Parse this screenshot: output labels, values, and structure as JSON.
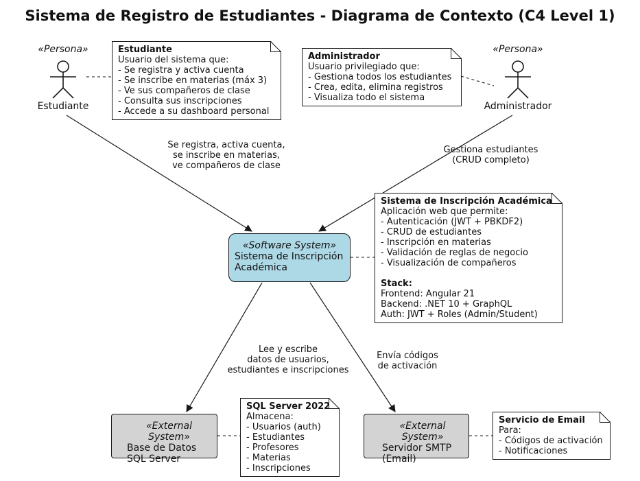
{
  "title": "Sistema de Registro de Estudiantes - Diagrama de Contexto (C4 Level 1)",
  "actors": {
    "student": {
      "stereotype": "«Persona»",
      "label": "Estudiante"
    },
    "admin": {
      "stereotype": "«Persona»",
      "label": "Administrador"
    }
  },
  "nodes": {
    "system": {
      "stereotype": "«Software System»",
      "name_lines": [
        "Sistema de Inscripción",
        "Académica"
      ]
    },
    "database": {
      "stereotype": "«External System»",
      "name_lines": [
        "Base de Datos",
        "SQL Server"
      ]
    },
    "smtp": {
      "stereotype": "«External System»",
      "name_lines": [
        "Servidor SMTP",
        "(Email)"
      ]
    }
  },
  "notes": {
    "student": {
      "title": "Estudiante",
      "lines": [
        "Usuario del sistema que:",
        "- Se registra y activa cuenta",
        "- Se inscribe en materias (máx 3)",
        "- Ve sus compañeros de clase",
        "- Consulta sus inscripciones",
        "- Accede a su dashboard personal"
      ]
    },
    "admin": {
      "title": "Administrador",
      "lines": [
        "Usuario privilegiado que:",
        "- Gestiona todos los estudiantes",
        "- Crea, edita, elimina registros",
        "- Visualiza todo el sistema"
      ]
    },
    "system": {
      "title": "Sistema de Inscripción Académica",
      "lines": [
        "Aplicación web que permite:",
        "- Autenticación (JWT + PBKDF2)",
        "- CRUD de estudiantes",
        "- Inscripción en materias",
        "- Validación de reglas de negocio",
        "- Visualización de compañeros"
      ],
      "stack_title": "Stack:",
      "stack_lines": [
        "Frontend: Angular 21",
        "Backend: .NET 10 + GraphQL",
        "Auth: JWT + Roles (Admin/Student)"
      ]
    },
    "sql": {
      "title": "SQL Server 2022",
      "lines": [
        "Almacena:",
        "- Usuarios (auth)",
        "- Estudiantes",
        "- Profesores",
        "- Materias",
        "- Inscripciones"
      ]
    },
    "email": {
      "title": "Servicio de Email",
      "lines": [
        "Para:",
        "- Códigos de activación",
        "- Notificaciones"
      ]
    }
  },
  "edges": {
    "student_system": {
      "label_lines": [
        "Se registra, activa cuenta,",
        "se inscribe en materias,",
        "ve compañeros de clase"
      ]
    },
    "admin_system": {
      "label_lines": [
        "Gestiona estudiantes",
        "(CRUD completo)"
      ]
    },
    "system_db": {
      "label_lines": [
        "Lee y escribe",
        "datos de usuarios,",
        "estudiantes e inscripciones"
      ]
    },
    "system_smtp": {
      "label_lines": [
        "Envía códigos",
        "de activación"
      ]
    }
  },
  "colors": {
    "system_fill": "#ADD8E6",
    "external_fill": "#D3D3D3",
    "note_fill": "#FFFFFF",
    "line": "#181818"
  }
}
